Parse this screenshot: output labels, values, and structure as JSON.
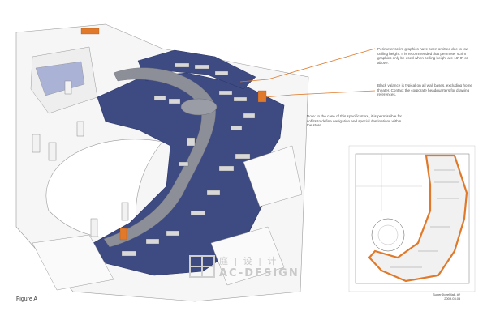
{
  "notes": {
    "ceiling_note": "Perimeter scrim graphics have been omitted due to low ceiling height. It is recommended that perimeter scrim graphics only be used when ceiling height are 16'-0\" or above.",
    "valance_note": "Black valance is typical on all wall bases, excluding home theater. Contact the corporate headquarters for drawing references.",
    "store_note": "Note: In the case of this specific store, it is permissible for soffits to define navigation and special destinations within the store."
  },
  "figure_label": "Figure A",
  "stamp": {
    "line1": "SuperStoreMall, #?",
    "line2": "2009.03.05"
  },
  "watermark": {
    "chinese": "庭 | 设 | 计",
    "english": "AC-DESIGN"
  },
  "colors": {
    "floor_blue": "#3e4a82",
    "accent_orange": "#e07a2a",
    "wall_white": "#f4f4f4",
    "outline_grey": "#8a8a8a"
  }
}
